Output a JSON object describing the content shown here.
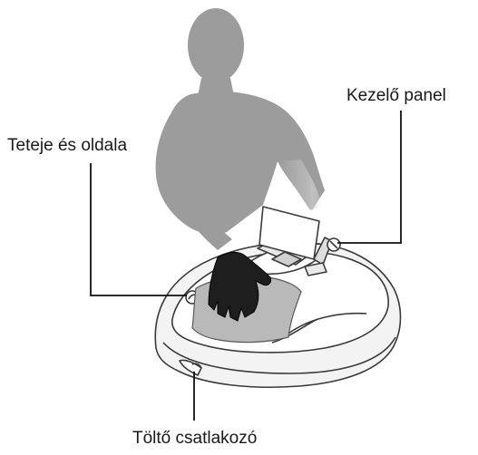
{
  "labels": {
    "top_and_side": "Teteje és oldala",
    "control_panel": "Kezelő panel",
    "charging_connector": "Töltő csatlakozó"
  },
  "colors": {
    "silhouette": "#9c9c9c",
    "mower_outline": "#3a3a3a",
    "mower_body": "#ffffff",
    "cloth": "#b9b9b9",
    "glove": "#1e1e1e",
    "leader_line": "#111111"
  },
  "icons": [
    "person-silhouette",
    "robotic-mower",
    "cleaning-cloth",
    "glove-hand"
  ]
}
